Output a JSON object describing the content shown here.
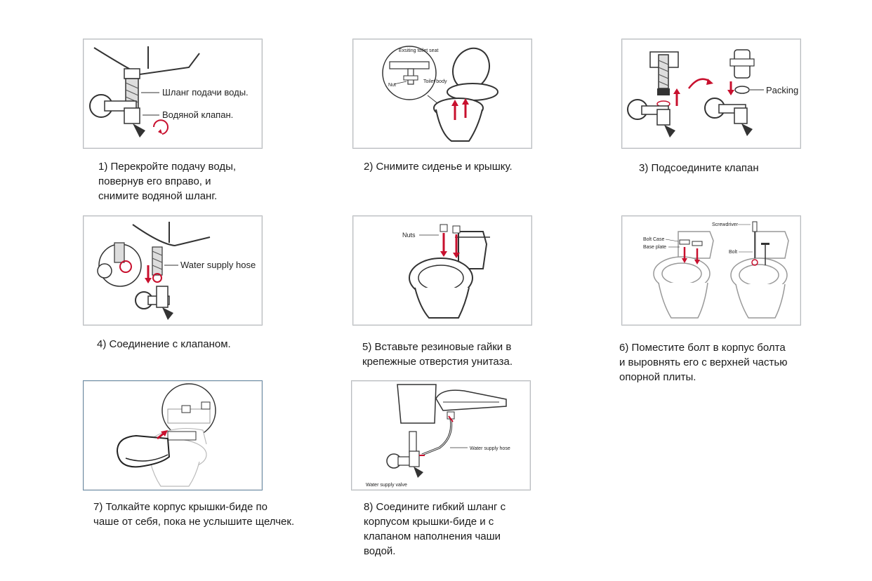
{
  "steps": [
    {
      "caption": "1) Перекройте подачу воды,\nповернув его вправо, и\nснимите водяной шланг.",
      "labels": {
        "hose": "Шланг подачи воды.",
        "valve": "Водяной клапан."
      }
    },
    {
      "caption": "2) Снимите сиденье и крышку.",
      "labels": {
        "existing_seat": "Exsiting toilet seat",
        "nut": "Nut",
        "toilet_body": "Toilet body"
      }
    },
    {
      "caption": "3) Подсоедините клапан",
      "labels": {
        "packing": "Packing"
      }
    },
    {
      "caption": "4) Соединение с клапаном.",
      "labels": {
        "hose": "Water supply hose"
      }
    },
    {
      "caption": "5) Вставьте резиновые гайки в\nкрепежные отверстия унитаза.",
      "labels": {
        "nuts": "Nuts"
      }
    },
    {
      "caption": "6) Поместите болт в корпус болта\nи выровнять его с верхней частью\nопорной плиты.",
      "labels": {
        "screwdriver": "Screwdriver",
        "bolt_case": "Bolt Case",
        "base_plate": "Base plate",
        "bolt": "Bolt"
      }
    },
    {
      "caption": "7) Толкайте корпус крышки-биде по\nчаше от себя, пока не услышите щелчек.",
      "labels": {}
    },
    {
      "caption": "8) Соедините гибкий шланг с\nкорпусом крышки-биде и с\nклапаном наполнения чаши\nводой.",
      "labels": {
        "hose": "Water supply hose",
        "valve": "Water supply valve"
      }
    }
  ],
  "colors": {
    "accent": "#c8102e",
    "line": "#333333",
    "frame": "#b9bcbf"
  }
}
